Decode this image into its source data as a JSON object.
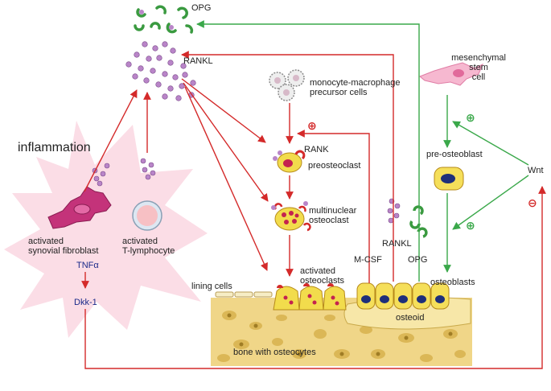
{
  "labels": {
    "opg_top": "OPG",
    "rankl_top": "RANKL",
    "inflammation": "inflammation",
    "monocyte": "monocyte-macrophage\nprecursor cells",
    "rank": "RANK",
    "preosteoclast": "preosteoclast",
    "multinuclear": "multinuclear\nosteoclast",
    "activated_osteoclasts": "activated\nosteoclasts",
    "lining_cells": "lining cells",
    "synovial": "activated\nsynovial fibroblast",
    "tlymph": "activated\nT-lymphocyte",
    "tnf": "TNFα",
    "dkk": "Dkk-1",
    "msc": "mesenchymal\nstem\ncell",
    "preosteoblast": "pre-osteoblast",
    "wnt": "Wnt",
    "rankl_mid": "RANKL",
    "mcsf": "M-CSF",
    "opg_mid": "OPG",
    "osteoblasts": "osteoblasts",
    "osteoid": "osteoid",
    "bone": "bone with osteocytes"
  },
  "symbols": {
    "plus": "⊕",
    "minus": "⊖"
  },
  "colors": {
    "red_arrow": "#d42a2a",
    "green_arrow": "#3aa84a",
    "rankl_dot": "#b985c8",
    "opg_green": "#3a9a40",
    "bone": "#f0d688",
    "inflammation_bg": "#fbdde6",
    "osteoclast": "#f2dc4c",
    "preosteoblast": "#f5df5a"
  }
}
